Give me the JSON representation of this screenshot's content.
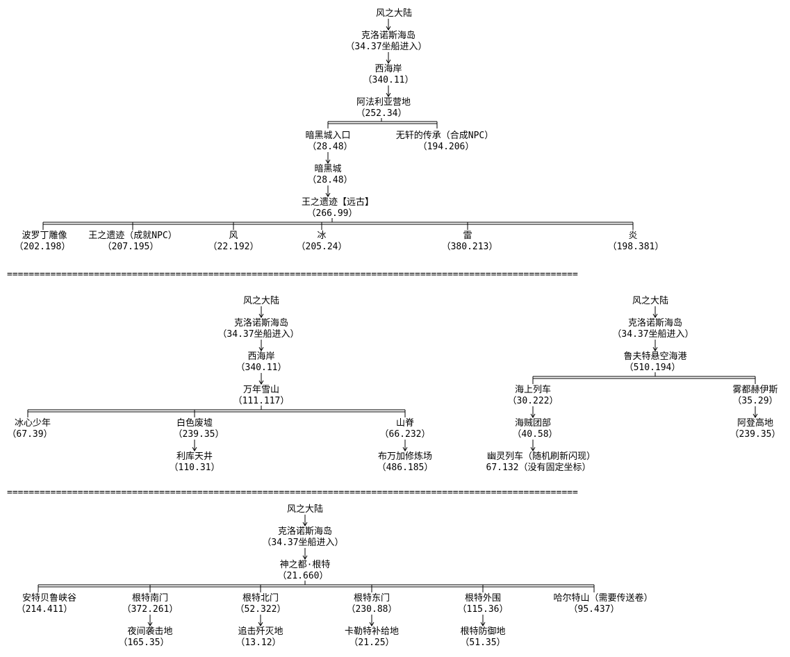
{
  "colors": {
    "text": "#000000",
    "line": "#000000",
    "background": "#ffffff"
  },
  "separator": "=========================================================================================================",
  "trees": [
    {
      "name": "tree-1",
      "nodes": [
        {
          "id": "t1-fengzhi",
          "label": "风之大陆",
          "coord": ""
        },
        {
          "id": "t1-keluo",
          "label": "克洛诺斯海岛",
          "coord": "（34.37坐船进入）"
        },
        {
          "id": "t1-xihai",
          "label": "西海岸",
          "coord": "（340.11）"
        },
        {
          "id": "t1-afali",
          "label": "阿法利亚营地",
          "coord": "（252.34）"
        },
        {
          "id": "t1-anhei-rk",
          "label": "暗黑城入口",
          "coord": "（28.48）"
        },
        {
          "id": "t1-wuxuan",
          "label": "无轩的传承（合成NPC）",
          "coord": "（194.206）"
        },
        {
          "id": "t1-anhei",
          "label": "暗黑城",
          "coord": "（28.48）"
        },
        {
          "id": "t1-wangzhi",
          "label": "王之遗迹【远古】",
          "coord": "（266.99）"
        },
        {
          "id": "t1-boluoding",
          "label": "波罗丁雕像",
          "coord": "（202.198）"
        },
        {
          "id": "t1-wangzhi-cj",
          "label": "王之遗迹（成就NPC）",
          "coord": "（207.195）"
        },
        {
          "id": "t1-feng",
          "label": "风",
          "coord": "（22.192）"
        },
        {
          "id": "t1-bing",
          "label": "冰",
          "coord": "（205.24）"
        },
        {
          "id": "t1-lei",
          "label": "雷",
          "coord": "（380.213）"
        },
        {
          "id": "t1-yan",
          "label": "炎",
          "coord": "（198.381）"
        }
      ]
    },
    {
      "name": "tree-2",
      "nodes": [
        {
          "id": "t2-fengzhi",
          "label": "风之大陆",
          "coord": ""
        },
        {
          "id": "t2-keluo",
          "label": "克洛诺斯海岛",
          "coord": "（34.37坐船进入）"
        },
        {
          "id": "t2-xihai",
          "label": "西海岸",
          "coord": "（340.11）"
        },
        {
          "id": "t2-wannian",
          "label": "万年雪山",
          "coord": "（111.117）"
        },
        {
          "id": "t2-bingxin",
          "label": "冰心少年",
          "coord": "（67.39）"
        },
        {
          "id": "t2-baise",
          "label": "白色废墟",
          "coord": "（239.35）"
        },
        {
          "id": "t2-shanji",
          "label": "山脊",
          "coord": "（66.232）"
        },
        {
          "id": "t2-liku",
          "label": "利库天井",
          "coord": "（110.31）"
        },
        {
          "id": "t2-buwan",
          "label": "布万加修炼场",
          "coord": "（486.185）"
        }
      ]
    },
    {
      "name": "tree-3",
      "nodes": [
        {
          "id": "t3-fengzhi",
          "label": "风之大陆",
          "coord": ""
        },
        {
          "id": "t3-keluo",
          "label": "克洛诺斯海岛",
          "coord": "（34.37坐船进入）"
        },
        {
          "id": "t3-lufute",
          "label": "鲁夫特悬空海港",
          "coord": "（510.194）"
        },
        {
          "id": "t3-haishang",
          "label": "海上列车",
          "coord": "（30.222）"
        },
        {
          "id": "t3-wudu",
          "label": "雾都赫伊斯",
          "coord": "（35.29）"
        },
        {
          "id": "t3-haizei",
          "label": "海贼团部",
          "coord": "（40.58）"
        },
        {
          "id": "t3-adeng",
          "label": "阿登高地",
          "coord": "（239.35）"
        },
        {
          "id": "t3-youling",
          "label": "幽灵列车（随机刷新闪现）",
          "coord": "67.132（没有固定坐标）"
        }
      ]
    },
    {
      "name": "tree-4",
      "nodes": [
        {
          "id": "t4-fengzhi",
          "label": "风之大陆",
          "coord": ""
        },
        {
          "id": "t4-keluo",
          "label": "克洛诺斯海岛",
          "coord": "（34.37坐船进入）"
        },
        {
          "id": "t4-shenzhi",
          "label": "神之都·根特",
          "coord": "（21.660）"
        },
        {
          "id": "t4-ante",
          "label": "安特贝鲁峡谷",
          "coord": "（214.411）"
        },
        {
          "id": "t4-gentenan",
          "label": "根特南门",
          "coord": "（372.261）"
        },
        {
          "id": "t4-gentebei",
          "label": "根特北门",
          "coord": "（52.322）"
        },
        {
          "id": "t4-gentedong",
          "label": "根特东门",
          "coord": "（230.88）"
        },
        {
          "id": "t4-gentewai",
          "label": "根特外围",
          "coord": "（115.36）"
        },
        {
          "id": "t4-haerte",
          "label": "哈尔特山（需要传送卷）",
          "coord": "（95.437）"
        },
        {
          "id": "t4-yejian",
          "label": "夜间袭击地",
          "coord": "（165.35）"
        },
        {
          "id": "t4-zhuiji",
          "label": "追击歼灭地",
          "coord": "（13.12）"
        },
        {
          "id": "t4-kale",
          "label": "卡勒特补给地",
          "coord": "（21.25）"
        },
        {
          "id": "t4-gentefang",
          "label": "根特防御地",
          "coord": "（51.35）"
        }
      ]
    }
  ]
}
